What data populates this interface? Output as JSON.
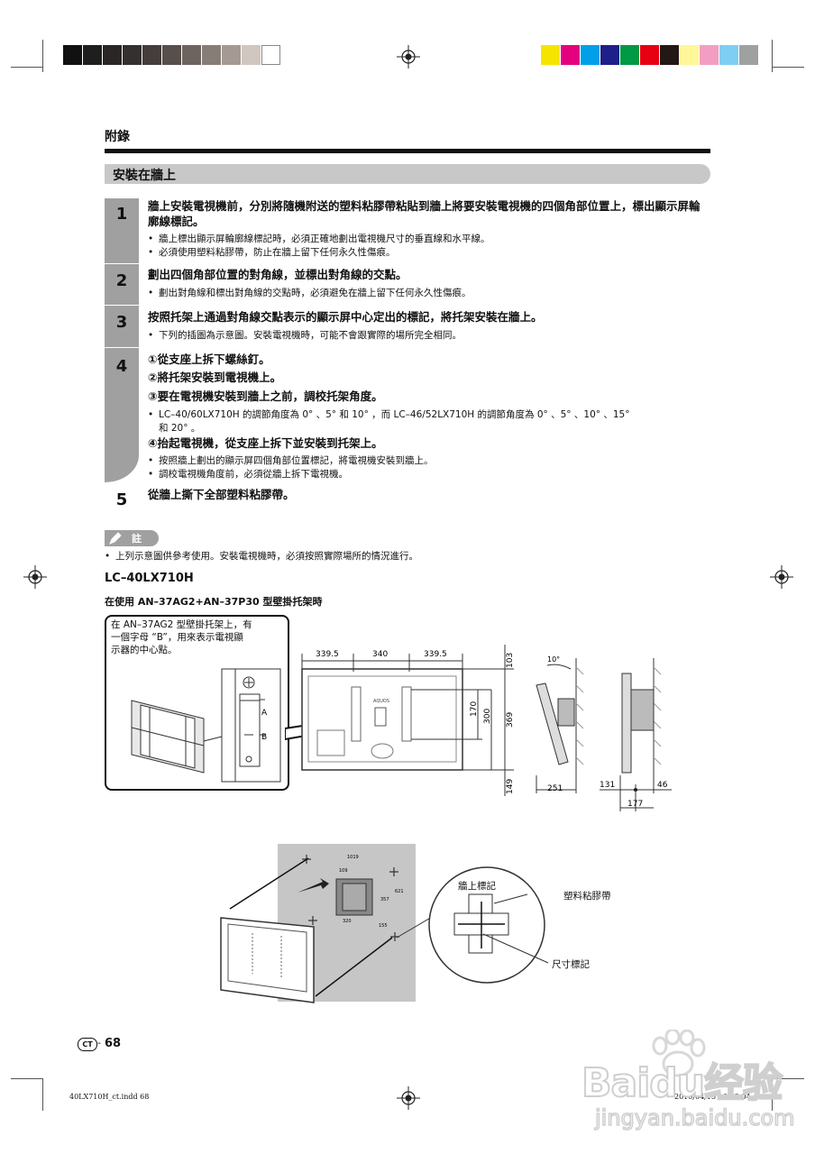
{
  "header": {
    "section": "附錄"
  },
  "tab": {
    "title": "安裝在牆上"
  },
  "steps": [
    {
      "num": "1",
      "head": "牆上安裝電視機前，分別將隨機附送的塑料粘膠帶粘貼到牆上將要安裝電視機的四個角部位置上，標出顯示屏輪廓線標記。",
      "bullets": [
        "牆上標出顯示屏輪廓線標記時，必須正確地劃出電視機尺寸的垂直線和水平線。",
        "必須使用塑料粘膠帶，防止在牆上留下任何永久性傷痕。"
      ]
    },
    {
      "num": "2",
      "head": "劃出四個角部位置的對角線，並標出對角線的交點。",
      "bullets": [
        "劃出對角線和標出對角線的交點時，必須避免在牆上留下任何永久性傷痕。"
      ]
    },
    {
      "num": "3",
      "head": "按照托架上通過對角線交點表示的顯示屏中心定出的標記，將托架安裝在牆上。",
      "bullets": [
        "下列的插圖為示意圖。安裝電視機時，可能不會跟實際的場所完全相同。"
      ]
    },
    {
      "num": "4",
      "sub1": "①從支座上拆下螺絲釘。",
      "sub2": "②將托架安裝到電視機上。",
      "sub3": "③要在電視機安裝到牆上之前，調校托架角度。",
      "bullet3a": "LC–40/60LX710H 的調節角度為 0°  、5°  和 10°  ，而 LC–46/52LX710H 的調節角度為 0°  、5°  、10°  、15°",
      "bullet3b": "和 20°  。",
      "sub4": "④抬起電視機，從支座上拆下並安裝到托架上。",
      "bullets4": [
        "按照牆上劃出的顯示屏四個角部位置標記，將電視機安裝到牆上。",
        "調校電視機角度前，必須從牆上拆下電視機。"
      ]
    },
    {
      "num": "5",
      "head": "從牆上撕下全部塑料粘膠帶。"
    }
  ],
  "note": {
    "label": "註",
    "text": "上列示意圖供參考使用。安裝電視機時，必須按照實際場所的情況進行。"
  },
  "model": {
    "title": "LC–40LX710H",
    "subtitle": "在使用 AN–37AG2+AN–37P30 型壁掛托架時"
  },
  "callout": {
    "line1": "在 AN–37AG2 型壁掛托架上，有",
    "line2": "一個字母 “B”，用來表示電視顯",
    "line3": "示器的中心點。",
    "labelA": "A",
    "labelB": "B"
  },
  "dims": {
    "d1": "339.5",
    "d2": "340",
    "d3": "339.5",
    "d103": "103",
    "d170": "170",
    "d300": "300",
    "d369": "369",
    "d149": "149",
    "d251": "251",
    "d131": "131",
    "d46": "46",
    "d177": "177",
    "angle": "10°",
    "brand": "AQUOS"
  },
  "diagram2": {
    "wall_mark": "牆上標記",
    "tape": "塑料粘膠帶",
    "size_mark": "尺寸標記",
    "n1019": "1019",
    "n109": "109",
    "n621": "621",
    "n357": "357",
    "n320": "320",
    "n155": "155"
  },
  "footer": {
    "circle": "CT",
    "page": "68",
    "file": "40LX710H_ct.indd   68",
    "date": "2010/04/15   16:48:04"
  },
  "watermark": {
    "line1": "Baidu经验",
    "line2": "jingyan.baidu.com"
  },
  "colors": {
    "black": "#111111",
    "tab_gray": "#c8c8c8",
    "step_gray": "#a0a0a0"
  }
}
